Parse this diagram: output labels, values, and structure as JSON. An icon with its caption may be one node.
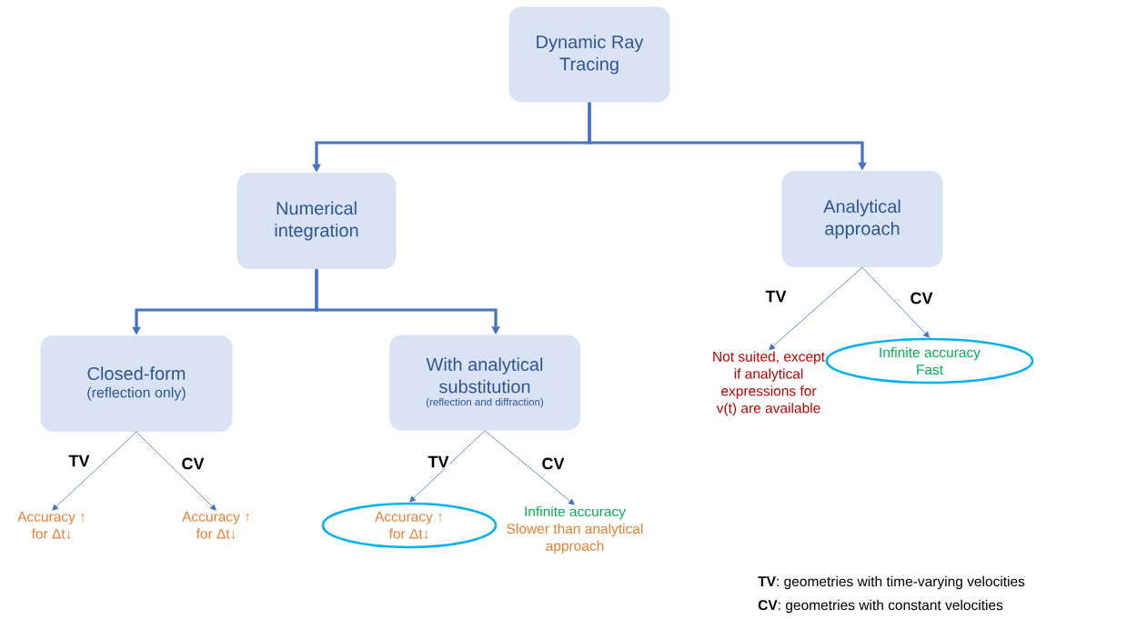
{
  "diagram": {
    "nodes": [
      {
        "text": [
          "Dynamic Ray Tracing"
        ]
      },
      {
        "text": [
          "Numerical integration"
        ]
      },
      {
        "text": [
          "Analytical approach"
        ]
      },
      {
        "text": [
          "Closed-form",
          "(reflection only)"
        ]
      },
      {
        "text": [
          "With analytical substitution",
          "(reflection and diffraction)"
        ]
      },
      {
        "text": [
          "Accuracy ↑ for Δt↓"
        ]
      },
      {
        "text": [
          "Accuracy ↑ for Δt↓"
        ]
      },
      {
        "text": [
          "Accuracy ↑ for Δt↓"
        ]
      },
      {
        "text": [
          "Infinite accuracy",
          "Slower than analytical approach"
        ]
      },
      {
        "text": [
          "Not suited, except if analytical expressions for v(t) are available"
        ]
      },
      {
        "text": [
          "Infinite accuracy",
          "Fast"
        ]
      }
    ],
    "edges": [
      {
        "from": 0,
        "to": 1,
        "arrow": "to",
        "style": "thick"
      },
      {
        "from": 0,
        "to": 2,
        "arrow": "to",
        "style": "thick"
      },
      {
        "from": 1,
        "to": 3,
        "arrow": "to",
        "style": "thick"
      },
      {
        "from": 1,
        "to": 4,
        "arrow": "to",
        "style": "thick"
      },
      {
        "from": 3,
        "to": 5,
        "arrow": "to",
        "label": "TV"
      },
      {
        "from": 3,
        "to": 6,
        "arrow": "to",
        "label": "CV"
      },
      {
        "from": 4,
        "to": 7,
        "arrow": "to",
        "label": "TV"
      },
      {
        "from": 4,
        "to": 8,
        "arrow": "to",
        "label": "CV"
      },
      {
        "from": 2,
        "to": 9,
        "arrow": "to",
        "label": "TV"
      },
      {
        "from": 2,
        "to": 10,
        "arrow": "to",
        "label": "CV"
      }
    ],
    "labels": [
      "**TV**: geometries with time-varying velocities",
      "**CV**: geometries with constant velocities"
    ]
  }
}
